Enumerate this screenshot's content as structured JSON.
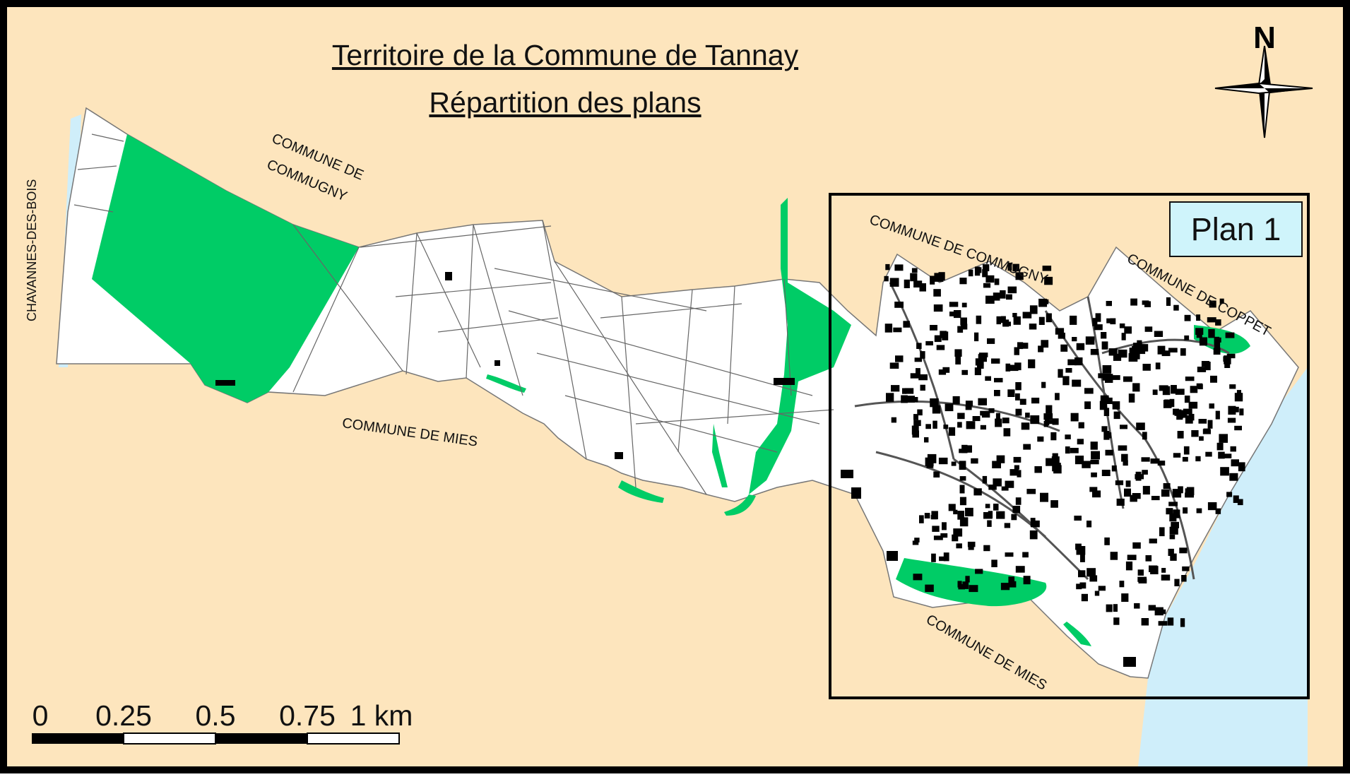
{
  "map": {
    "title": "Territoire de la Commune de Tannay",
    "subtitle": "Répartition des plans",
    "labels": {
      "commugny_west_line1": "COMMUNE DE",
      "commugny_west_line2": "COMMUGNY",
      "commugny_east": "COMMUNE DE COMMUGNY",
      "coppet": "COMMUNE DE COPPET",
      "mies_west": "COMMUNE DE MIES",
      "mies_east": "COMMUNE DE MIES",
      "chavannes": "CHAVANNES-DES-BOIS"
    },
    "plan_label": "Plan 1",
    "north_label": "N",
    "scale_bar": {
      "ticks": [
        "0",
        "0.25",
        "0.5",
        "0.75",
        "1 km"
      ]
    },
    "colors": {
      "background": "#fde5bd",
      "land": "#ffffff",
      "forest": "#00cc66",
      "water": "#cfeefa",
      "buildings": "#000000",
      "frame": "#000000",
      "plan_box": "#cff4fb"
    }
  }
}
